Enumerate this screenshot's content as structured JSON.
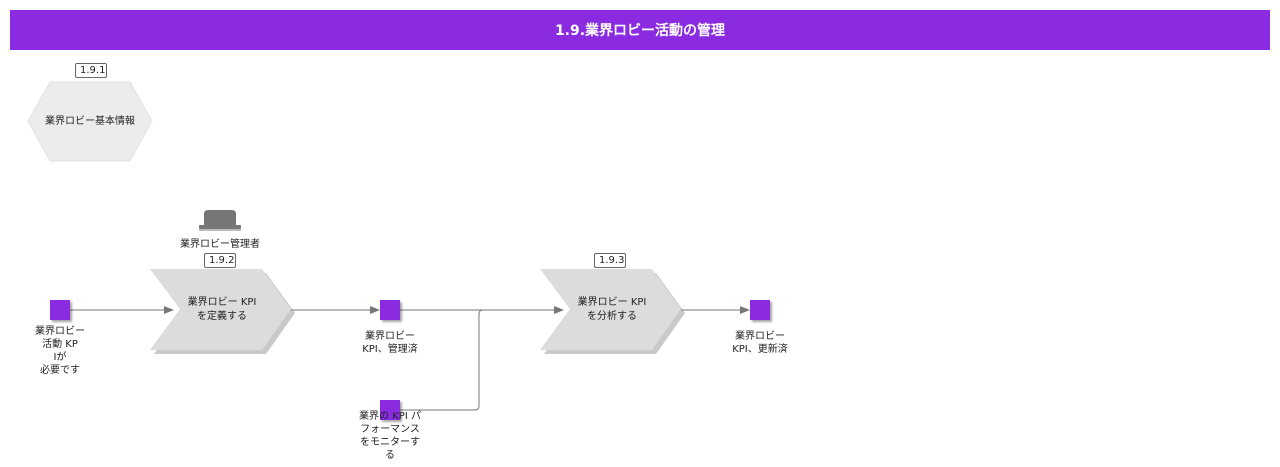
{
  "header": {
    "title": "1.9.業界ロビー活動の管理"
  },
  "info": {
    "id": "1.9.1",
    "label": "業界ロビー基本情報"
  },
  "role": {
    "label": "業界ロビー管理者",
    "icon": "hat-icon"
  },
  "functions": [
    {
      "id": "1.9.2",
      "line1": "業界ロビー KPI",
      "line2": "を定義する"
    },
    {
      "id": "1.9.3",
      "line1": "業界ロビー KPI",
      "line2": "を分析する"
    }
  ],
  "events": [
    {
      "lines": [
        "業界ロビー",
        "活動 KP",
        "Iが",
        "必要です"
      ]
    },
    {
      "lines": [
        "業界ロビー",
        "KPI、管理済"
      ]
    },
    {
      "lines": [
        "業界の KPI パ",
        "フォーマンス",
        "をモニターす",
        "る"
      ]
    },
    {
      "lines": [
        "業界ロビー",
        "KPI、更新済"
      ]
    }
  ],
  "colors": {
    "accent": "#8a2be2",
    "shape": "#dcdcdc",
    "arrow": "#777777"
  }
}
